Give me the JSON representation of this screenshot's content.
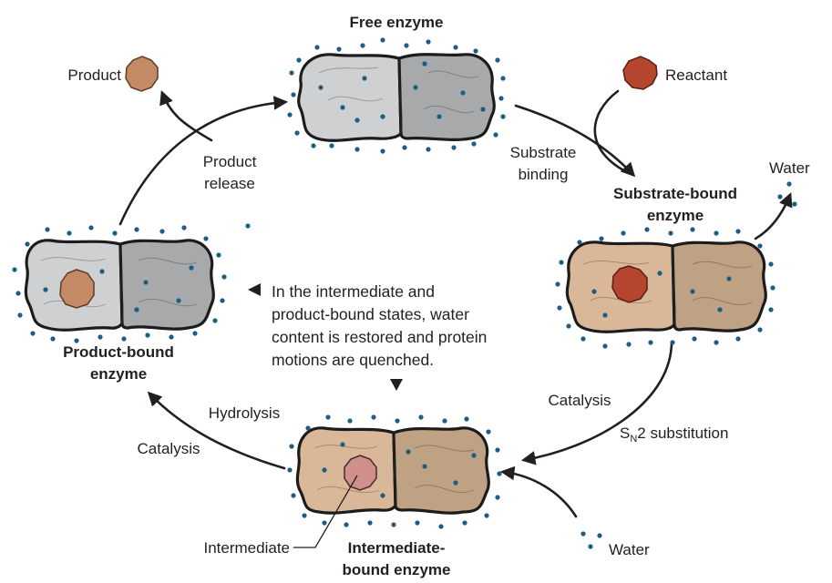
{
  "title": "Free enzyme",
  "states": {
    "free": {
      "label": "Free enzyme"
    },
    "substrate_bound": {
      "label_line1": "Substrate-bound",
      "label_line2": "enzyme"
    },
    "intermediate_bound": {
      "label_line1": "Intermediate-",
      "label_line2": "bound enzyme"
    },
    "product_bound": {
      "label_line1": "Product-bound",
      "label_line2": "enzyme"
    }
  },
  "molecules": {
    "product": "Product",
    "reactant": "Reactant",
    "intermediate": "Intermediate",
    "water_top": "Water",
    "water_bottom": "Water"
  },
  "steps": {
    "substrate_binding_line1": "Substrate",
    "substrate_binding_line2": "binding",
    "product_release_line1": "Product",
    "product_release_line2": "release",
    "catalysis_right": "Catalysis",
    "sn2_prefix": "S",
    "sn2_subscript": "N",
    "sn2_suffix": "2 substitution",
    "hydrolysis": "Hydrolysis",
    "catalysis_left": "Catalysis"
  },
  "note": {
    "line1": "In the intermediate and",
    "line2": "product-bound states, water",
    "line3": "content is restored and protein",
    "line4": "motions are quenched."
  },
  "colors": {
    "free_left": "#cfd0d2",
    "free_right": "#a8a9ab",
    "substrate_left": "#d8b899",
    "substrate_right": "#bfa184",
    "intermediate_left": "#d8b899",
    "intermediate_right": "#bfa184",
    "product_left": "#cfd0d2",
    "product_right": "#a8a9ab",
    "water_dot": "#1d5d80",
    "reactant": "#b5452f",
    "product": "#c48a66",
    "intermediate": "#cf8f8a"
  }
}
